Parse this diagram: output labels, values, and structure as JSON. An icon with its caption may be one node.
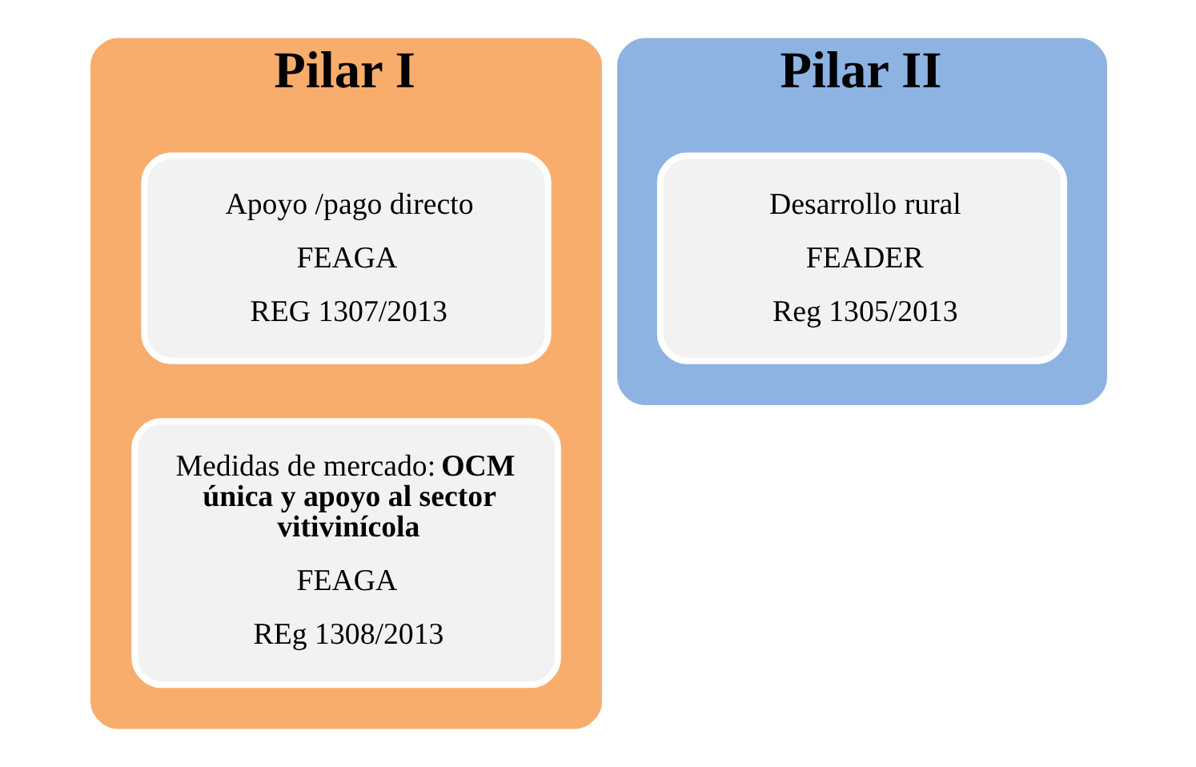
{
  "diagram": {
    "nodes": [
      {
        "text": [
          "Pilar I"
        ]
      },
      {
        "text": [
          "Apoyo /pago directo",
          "FEAGA",
          "REG 1307/2013"
        ],
        "in": 0
      },
      {
        "text": [
          "Medidas de mercado: **OCM única y apoyo al sector vitivinícola**",
          "FEAGA",
          "REg 1308/2013"
        ],
        "in": 0
      },
      {
        "text": [
          "Pilar II"
        ]
      },
      {
        "text": [
          "Desarrollo rural",
          "FEADER",
          "Reg 1305/2013"
        ],
        "in": 3
      }
    ]
  }
}
